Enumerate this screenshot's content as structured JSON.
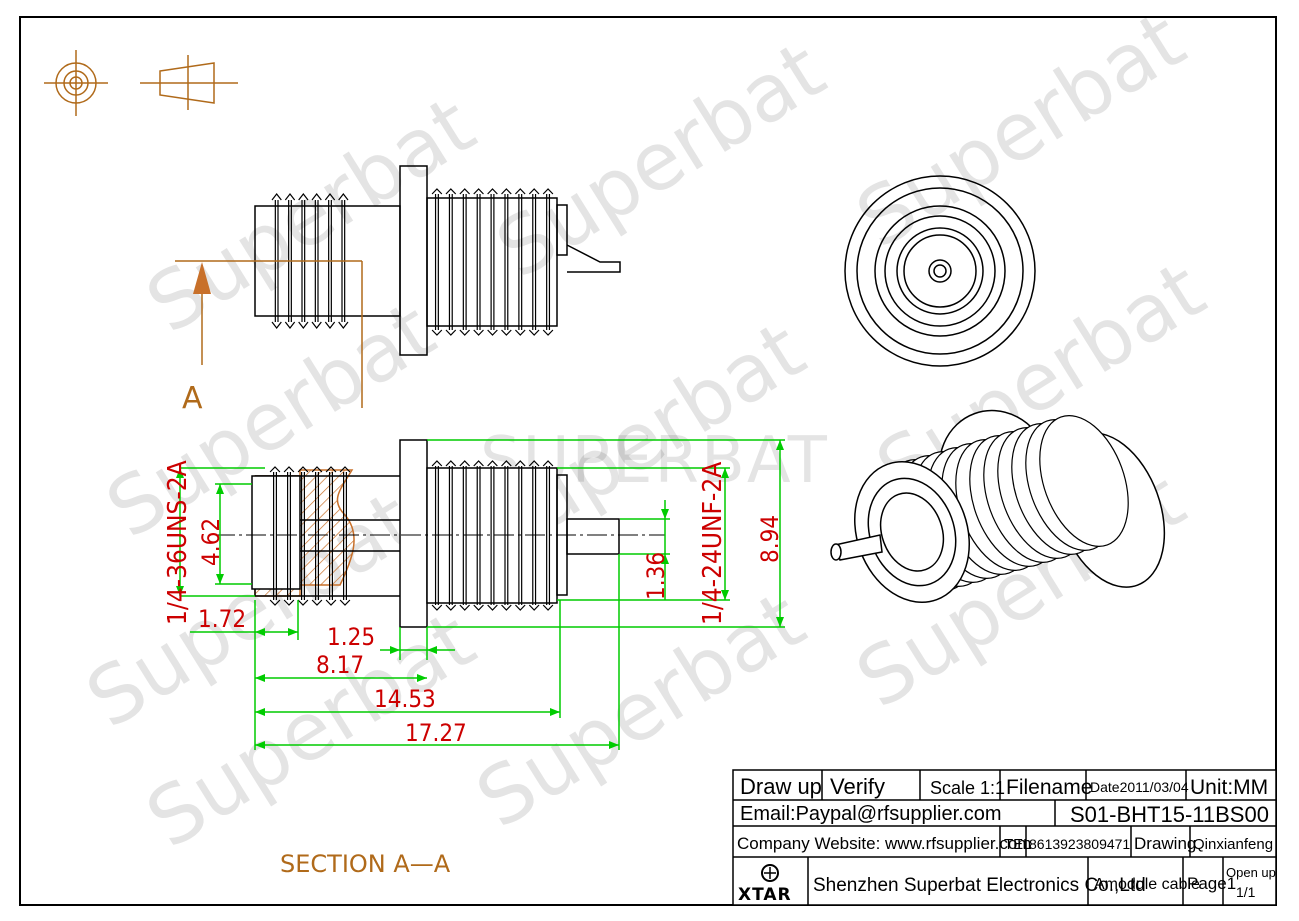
{
  "watermarks": {
    "brand": "Superbat",
    "center": "SUPERBAT"
  },
  "section": {
    "marker": "A",
    "label": "SECTION A—A"
  },
  "dimensions": {
    "left_thread": "1/4-36UNS-2A",
    "right_thread": "1/4-24UNF-2A",
    "d_4_62": "4.62",
    "d_1_36": "1.36",
    "d_8_94": "8.94",
    "d_1_72": "1.72",
    "d_1_25": "1.25",
    "d_8_17": "8.17",
    "d_14_53": "14.53",
    "d_17_27": "17.27"
  },
  "title_block": {
    "draw_up": "Draw up",
    "verify": "Verify",
    "scale": "Scale 1:1",
    "filename": "Filename",
    "date": "Date2011/03/04",
    "unit": "Unit:MM",
    "email": "Email:Paypal@rfsupplier.com",
    "part_no": "S01-BHT15-11BS00",
    "website": "Company Website:  www.rfsupplier.com",
    "tel_label": "TEL",
    "tel": "8613923809471",
    "drawing": "Drawing",
    "drawer": "Qinxianfeng",
    "logo": "XTAR",
    "company": "Shenzhen Superbat Electronics Co.,Ltd",
    "module": "Amodule cable",
    "page": "Page1",
    "open_up": "Open up",
    "pages": "1/1"
  },
  "colors": {
    "outline": "#000000",
    "dimension_red": "#cc0000",
    "extension_green": "#00cc00",
    "section_brown": "#b06a1a",
    "hatch_orange": "#c8702a"
  }
}
